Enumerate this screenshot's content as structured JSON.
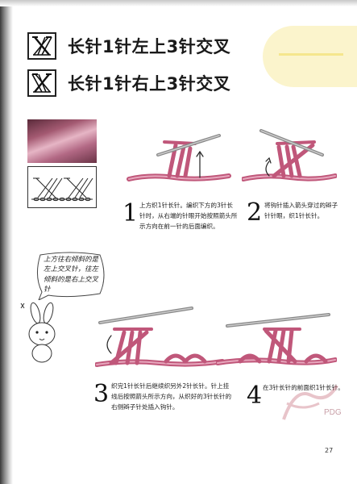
{
  "titles": [
    "长针1针左上3针交叉",
    "长针1针右上3针交叉"
  ],
  "steps": [
    {
      "number": "1",
      "text": "上方织1针长针。编织下方的3针长针时，从右端的针眼开始按照箭头所示方向在前一针的后面编织。"
    },
    {
      "number": "2",
      "text": "将钩针插入箭头穿过的辫子针针眼，织1针长针。"
    },
    {
      "number": "3",
      "text": "织完1针长针后继续织另外2针长针。针上挂线后按照箭头所示方向，从织好的3针长针的右侧辫子针处插入钩针。"
    },
    {
      "number": "4",
      "text": "在3针长针的前面织1针长针。"
    }
  ],
  "bubble": {
    "text": "上方往右倾斜的是左上交叉针，往左倾斜的是右上交叉针"
  },
  "watermark": {
    "text": "PDG"
  },
  "page_number": "27",
  "colors": {
    "yarn": "#c0577a",
    "yarn_light": "#e7a7bd",
    "accent_yellow": "#fbf3c4"
  }
}
